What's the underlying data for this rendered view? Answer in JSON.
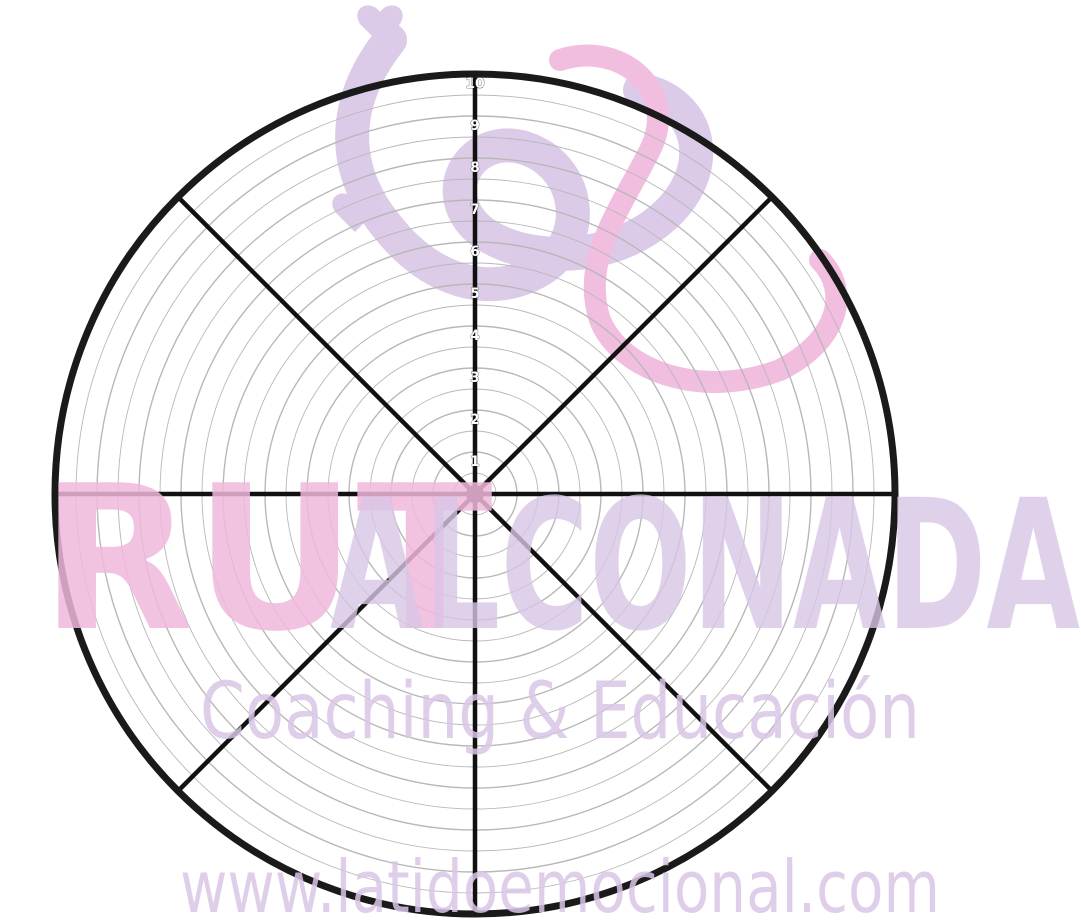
{
  "wheel": {
    "ring_labels": [
      "1",
      "2",
      "3",
      "4",
      "5",
      "6",
      "7",
      "8",
      "9",
      "10"
    ],
    "segments": 8
  },
  "watermark": {
    "name_first": "RUT",
    "name_last": "ALCONADA",
    "tagline": "Coaching & Educación",
    "url": "www.latidoemocional.com",
    "pink": "#f0b8dc",
    "lavender": "#d8c6e6"
  },
  "colors": {
    "ring": "#b8b8b8",
    "spoke": "#111111",
    "outer": "#1a1a1a"
  }
}
